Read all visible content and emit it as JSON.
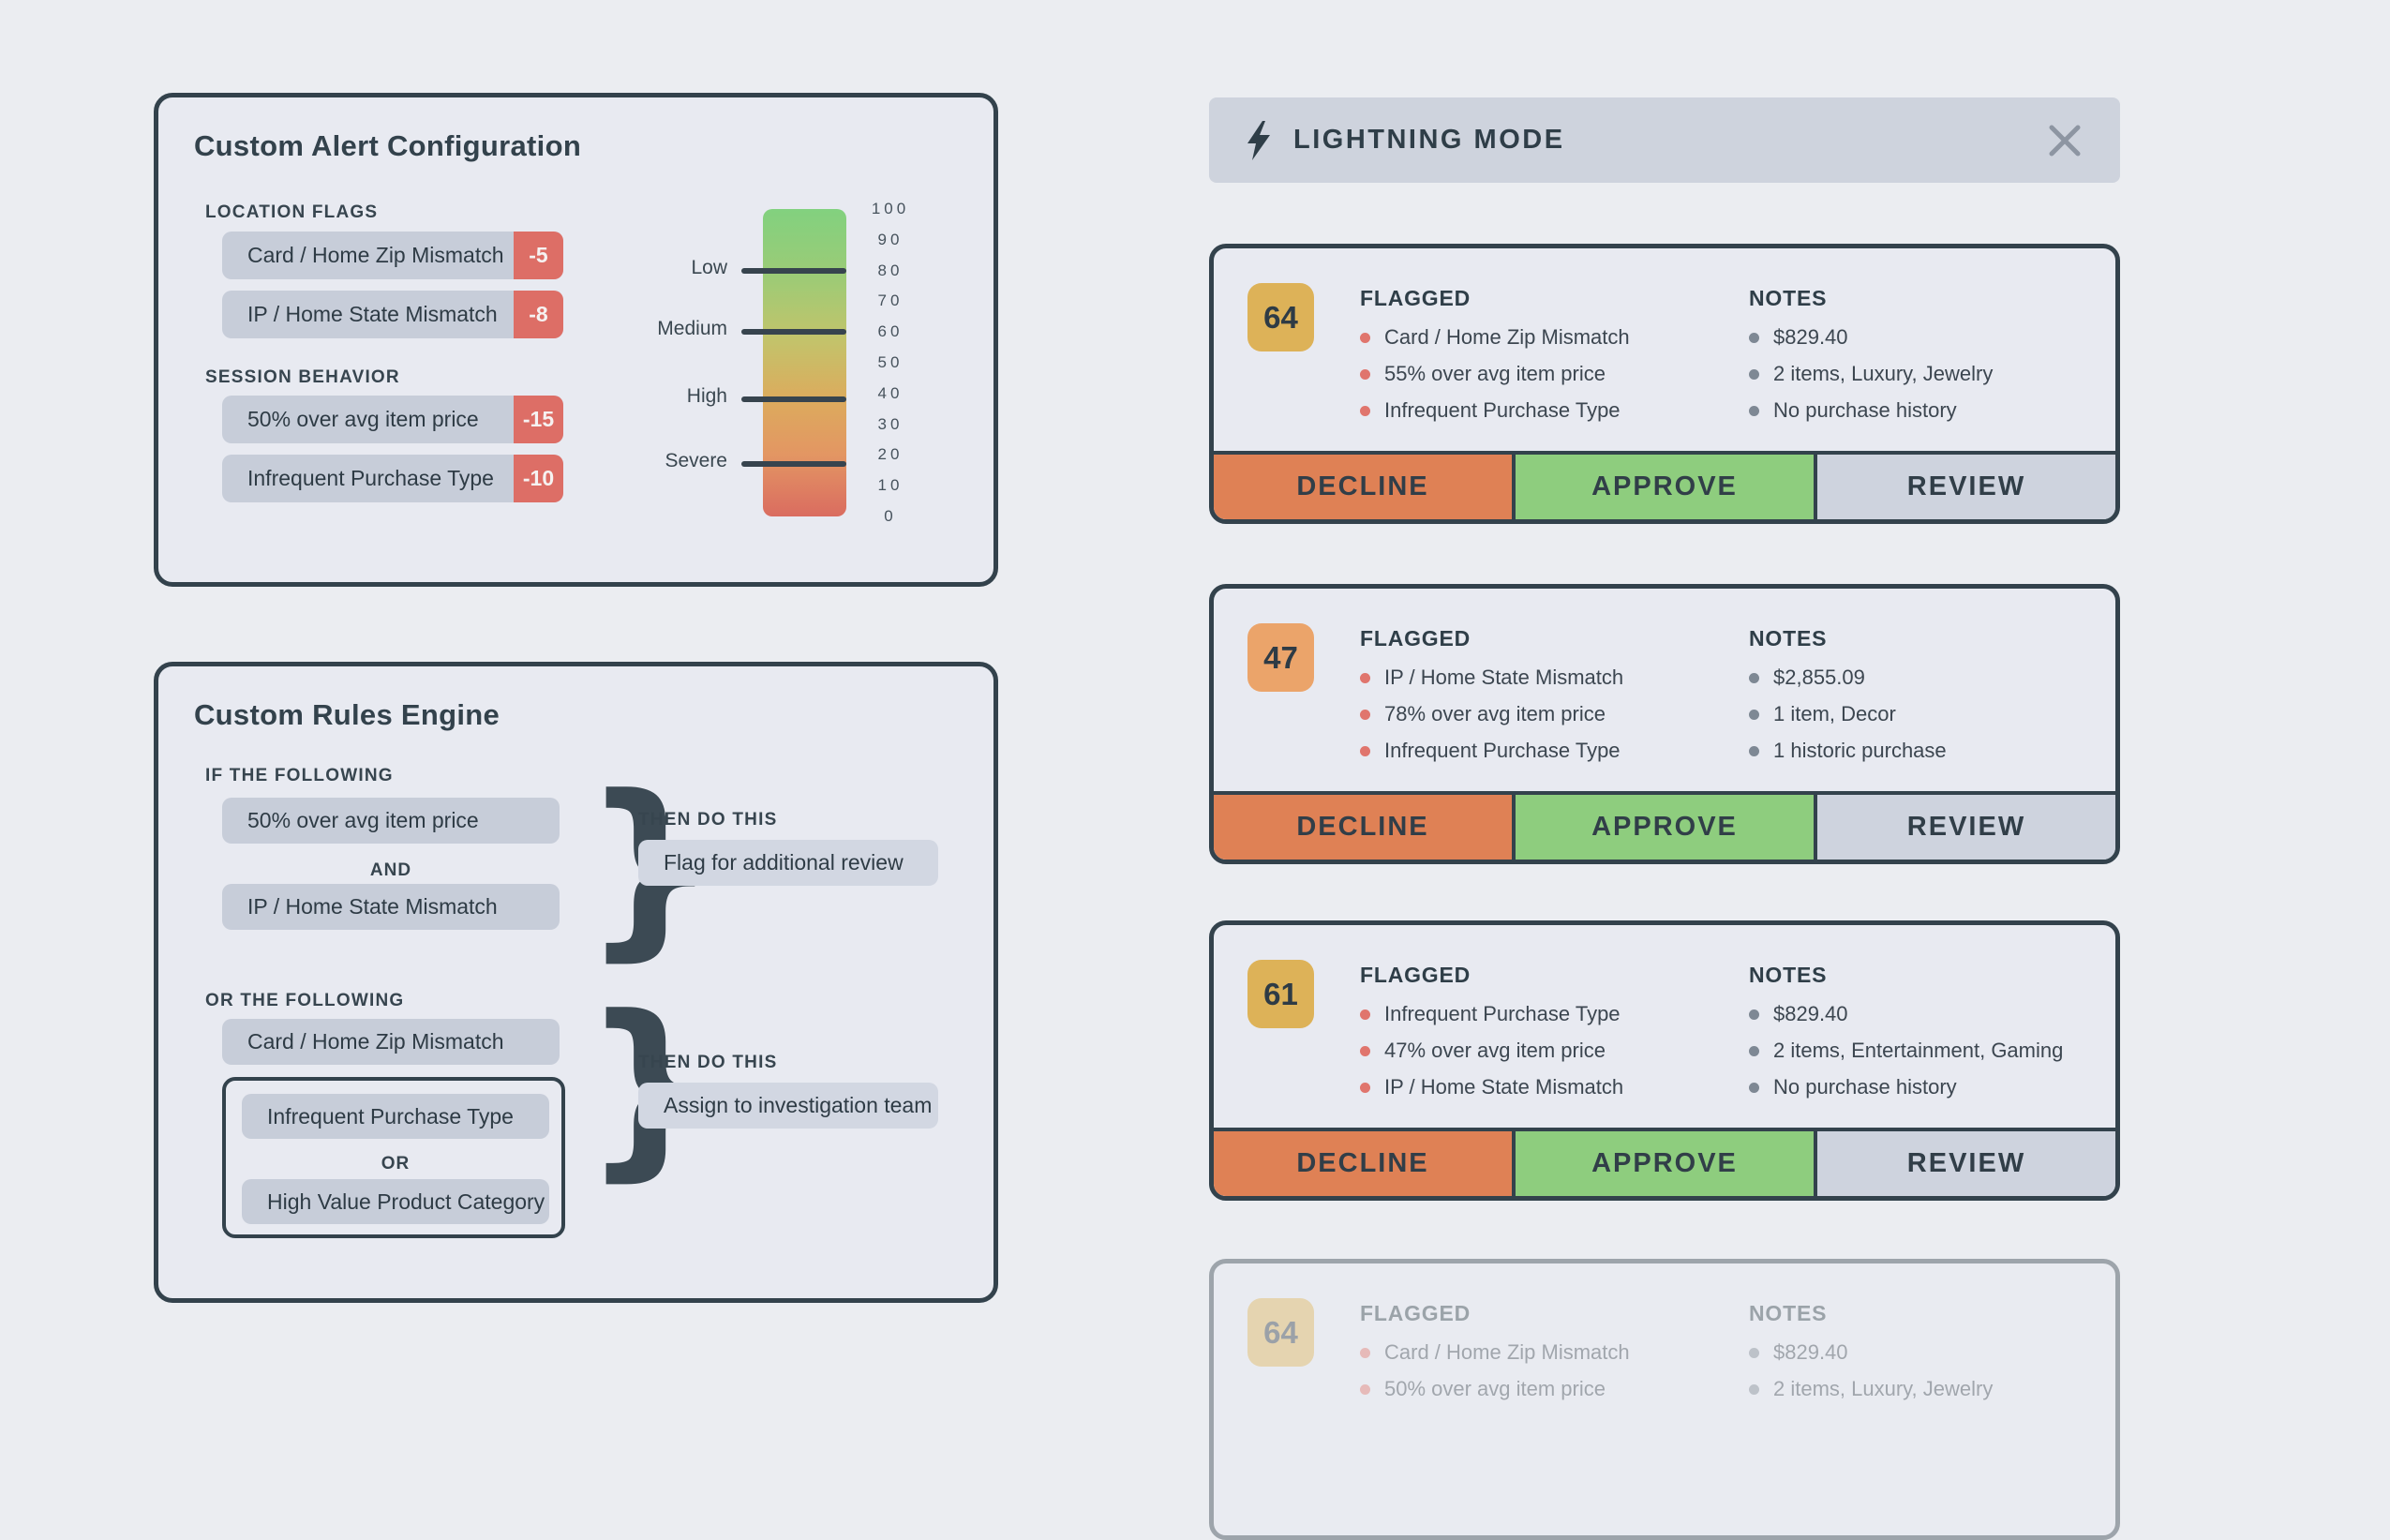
{
  "colors": {
    "dark_slate": "#33424c",
    "tag_red": "#dd6e66",
    "flag_bullet_red": "#e0756d",
    "note_bullet_gray": "#7e8894",
    "badge_amber": "#ddb258",
    "badge_orange": "#eba46a",
    "decline_orange": "#df8155",
    "approve_green": "#8ecd7e",
    "review_gray": "#ced3de",
    "scale_top_green": "#82d17f",
    "scale_bottom_red": "#da6c60"
  },
  "alert_config": {
    "title": "Custom Alert Configuration",
    "sections": [
      {
        "label": "LOCATION FLAGS",
        "items": [
          {
            "label": "Card / Home Zip Mismatch",
            "score": "-5"
          },
          {
            "label": "IP / Home State Mismatch",
            "score": "-8"
          }
        ]
      },
      {
        "label": "SESSION BEHAVIOR",
        "items": [
          {
            "label": "50% over avg item price",
            "score": "-15"
          },
          {
            "label": "Infrequent Purchase Type",
            "score": "-10"
          }
        ]
      }
    ],
    "scale": {
      "ticks": [
        "100",
        "90",
        "80",
        "70",
        "60",
        "50",
        "40",
        "30",
        "20",
        "10",
        "0"
      ],
      "thresholds": [
        {
          "label": "Low",
          "value": 80
        },
        {
          "label": "Medium",
          "value": 60
        },
        {
          "label": "High",
          "value": 38
        },
        {
          "label": "Severe",
          "value": 17
        }
      ]
    }
  },
  "rules_engine": {
    "title": "Custom Rules Engine",
    "brace": "}",
    "if_group": {
      "label": "IF THE FOLLOWING",
      "condition_a": "50% over avg item price",
      "operator": "AND",
      "condition_b": "IP / Home State Mismatch",
      "then_label": "THEN DO THIS",
      "action": "Flag for additional review"
    },
    "or_group": {
      "label": "OR THE FOLLOWING",
      "condition_a": "Card / Home Zip Mismatch",
      "nested_a": "Infrequent Purchase Type",
      "nested_operator": "OR",
      "nested_b": "High Value Product Category",
      "then_label": "THEN DO THIS",
      "action": "Assign to investigation team"
    }
  },
  "lightning": {
    "title": "LIGHTNING MODE",
    "actions": [
      "DECLINE",
      "APPROVE",
      "REVIEW"
    ],
    "cards": [
      {
        "score": "64",
        "badge_color": "#ddb258",
        "flagged_label": "FLAGGED",
        "notes_label": "NOTES",
        "flags": [
          "Card / Home Zip Mismatch",
          "55% over avg item price",
          "Infrequent Purchase Type"
        ],
        "notes": [
          "$829.40",
          "2 items, Luxury, Jewelry",
          "No purchase history"
        ]
      },
      {
        "score": "47",
        "badge_color": "#eba46a",
        "flagged_label": "FLAGGED",
        "notes_label": "NOTES",
        "flags": [
          "IP / Home State Mismatch",
          "78% over avg item price",
          "Infrequent Purchase Type"
        ],
        "notes": [
          "$2,855.09",
          "1 item, Decor",
          "1 historic purchase"
        ]
      },
      {
        "score": "61",
        "badge_color": "#ddb258",
        "flagged_label": "FLAGGED",
        "notes_label": "NOTES",
        "flags": [
          "Infrequent Purchase Type",
          "47% over avg item price",
          "IP / Home State Mismatch"
        ],
        "notes": [
          "$829.40",
          "2 items, Entertainment, Gaming",
          "No purchase history"
        ]
      },
      {
        "score": "64",
        "badge_color": "#ddb258",
        "flagged_label": "FLAGGED",
        "notes_label": "NOTES",
        "flags": [
          "Card / Home Zip Mismatch",
          "50% over avg item price"
        ],
        "notes": [
          "$829.40",
          "2 items, Luxury, Jewelry"
        ],
        "faded": true
      }
    ]
  }
}
